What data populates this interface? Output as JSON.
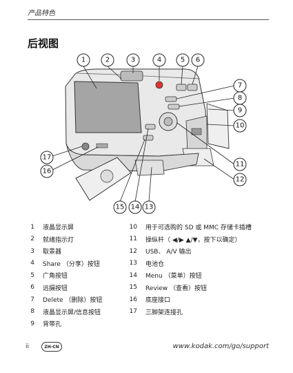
{
  "header": {
    "section": "产品特色"
  },
  "title": "后视图",
  "callouts": [
    "1",
    "2",
    "3",
    "4",
    "5",
    "6",
    "7",
    "8",
    "9",
    "10",
    "11",
    "12",
    "13",
    "14",
    "15",
    "16",
    "17"
  ],
  "legend_left": [
    {
      "num": "1",
      "label": "液晶显示屏"
    },
    {
      "num": "2",
      "label": "就绪指示灯"
    },
    {
      "num": "3",
      "label": "取景器"
    },
    {
      "num": "4",
      "label": "Share （分享）按钮"
    },
    {
      "num": "5",
      "label": "广角按钮"
    },
    {
      "num": "6",
      "label": "远摄按钮"
    },
    {
      "num": "7",
      "label": "Delete （删除）按钮"
    },
    {
      "num": "8",
      "label": "液晶显示屏/信息按钮"
    },
    {
      "num": "9",
      "label": "背带孔"
    }
  ],
  "legend_right": [
    {
      "num": "10",
      "label": "用于可选购的 SD 或 MMC 存储卡插槽"
    },
    {
      "num": "11",
      "label": "操纵杆（ ◀/▶ ▲/▼，按下以确定）"
    },
    {
      "num": "12",
      "label": "USB、 A/V 输出"
    },
    {
      "num": "13",
      "label": "电池仓"
    },
    {
      "num": "14",
      "label": "Menu （菜单）按钮"
    },
    {
      "num": "15",
      "label": "Review （查看）按钮"
    },
    {
      "num": "16",
      "label": "底座接口"
    },
    {
      "num": "17",
      "label": "三脚架连接孔"
    }
  ],
  "footer": {
    "page": "ii",
    "badge": "ZH-CN",
    "url": "www.kodak.com/go/support"
  }
}
